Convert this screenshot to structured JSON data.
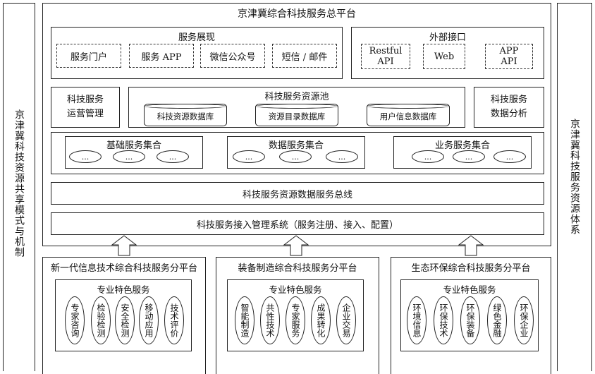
{
  "left_label": "京津冀科技资源共享模式与机制",
  "right_label": "京津冀科技服务资源体系",
  "main_title": "京津冀综合科技服务总平台",
  "service_display": {
    "title": "服务展现",
    "items": [
      "服务门户",
      "服务 APP",
      "微信公众号",
      "短信 / 邮件"
    ]
  },
  "external_api": {
    "title": "外部接口",
    "items": [
      "Restful\nAPI",
      "Web",
      "APP\nAPI"
    ]
  },
  "ops_mgmt": "科技服务\n运营管理",
  "resource_pool": {
    "title": "科技服务资源池",
    "databases": [
      "科技资源数据库",
      "资源目录数据库",
      "用户信息数据库"
    ]
  },
  "data_analysis": "科技服务\n数据分析",
  "service_sets": [
    {
      "title": "基础服务集合",
      "items": [
        "...",
        "...",
        "..."
      ]
    },
    {
      "title": "数据服务集合",
      "items": [
        "...",
        "...",
        "..."
      ]
    },
    {
      "title": "业务服务集合",
      "items": [
        "...",
        "...",
        "..."
      ]
    }
  ],
  "bus": "科技服务资源数据服务总线",
  "access": "科技服务接入管理系统（服务注册、接入、配置）",
  "sub_platforms": [
    {
      "title": "新一代信息技术综合科技服务分平台",
      "feature_title": "专业特色服务",
      "items": [
        "专家咨询",
        "检验检测",
        "安全检测",
        "移动应用",
        "技术评价"
      ]
    },
    {
      "title": "装备制造综合科技服务分平台",
      "feature_title": "专业特色服务",
      "items": [
        "智能制造",
        "共性技术",
        "专家服务",
        "成果转化",
        "企业交易"
      ]
    },
    {
      "title": "生态环保综合科技服务分平台",
      "feature_title": "专业特色服务",
      "items": [
        "环境信息",
        "环保技术",
        "环保装备",
        "绿色金融",
        "环保企业"
      ]
    }
  ]
}
